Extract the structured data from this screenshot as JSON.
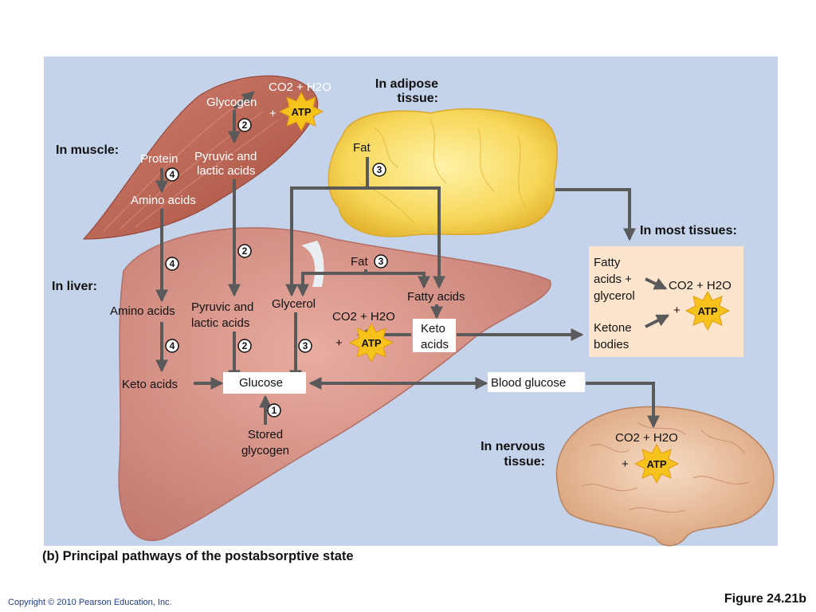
{
  "labels": {
    "in_muscle": "In muscle:",
    "in_adipose_1": "In adipose",
    "in_adipose_2": "tissue:",
    "in_most_tissues": "In most tissues:",
    "in_liver": "In liver:",
    "in_nervous_1": "In nervous",
    "in_nervous_2": "tissue:"
  },
  "muscle": {
    "glycogen": "Glycogen",
    "co2_h2o": "CO2 + H2O",
    "plus": "+",
    "atp": "ATP",
    "protein": "Protein",
    "pyruvic_1": "Pyruvic and",
    "pyruvic_2": "lactic acids",
    "amino_acids": "Amino acids",
    "step_2": "2",
    "step_4": "4"
  },
  "adipose": {
    "fat": "Fat",
    "step_3": "3"
  },
  "liver": {
    "fat": "Fat",
    "fatty_acids": "Fatty acids",
    "glycerol": "Glycerol",
    "amino_acids": "Amino acids",
    "pyruvic_1": "Pyruvic and",
    "pyruvic_2": "lactic acids",
    "co2_h2o": "CO2 + H2O",
    "plus": "+",
    "atp": "ATP",
    "keto_1": "Keto",
    "keto_2": "acids",
    "keto_acids": "Keto acids",
    "glucose": "Glucose",
    "stored_1": "Stored",
    "stored_2": "glycogen",
    "step_1": "1",
    "step_2a": "2",
    "step_2b": "2",
    "step_3a": "3",
    "step_3b": "3",
    "step_4a": "4",
    "step_4b": "4"
  },
  "tissues": {
    "fatty_1": "Fatty",
    "fatty_2": "acids +",
    "fatty_3": "glycerol",
    "ketone_1": "Ketone",
    "ketone_2": "bodies",
    "co2_h2o": "CO2 + H2O",
    "plus": "+",
    "atp": "ATP"
  },
  "blood_glucose": "Blood glucose",
  "nervous": {
    "co2_h2o": "CO2 + H2O",
    "plus": "+",
    "atp": "ATP"
  },
  "caption": "(b) Principal pathways of the postabsorptive state",
  "copyright": "Copyright © 2010 Pearson Education, Inc.",
  "figure_label": "Figure 24.21b",
  "colors": {
    "panel_bg": "#c4d3ea",
    "arrow": "#5a5a5a",
    "atp_star": "#f6c21c",
    "muscle": "#c06858",
    "liver": "#d8948a",
    "fat": "#f5d860",
    "brain": "#eec3a0",
    "tissue_box": "#fce5cc"
  }
}
